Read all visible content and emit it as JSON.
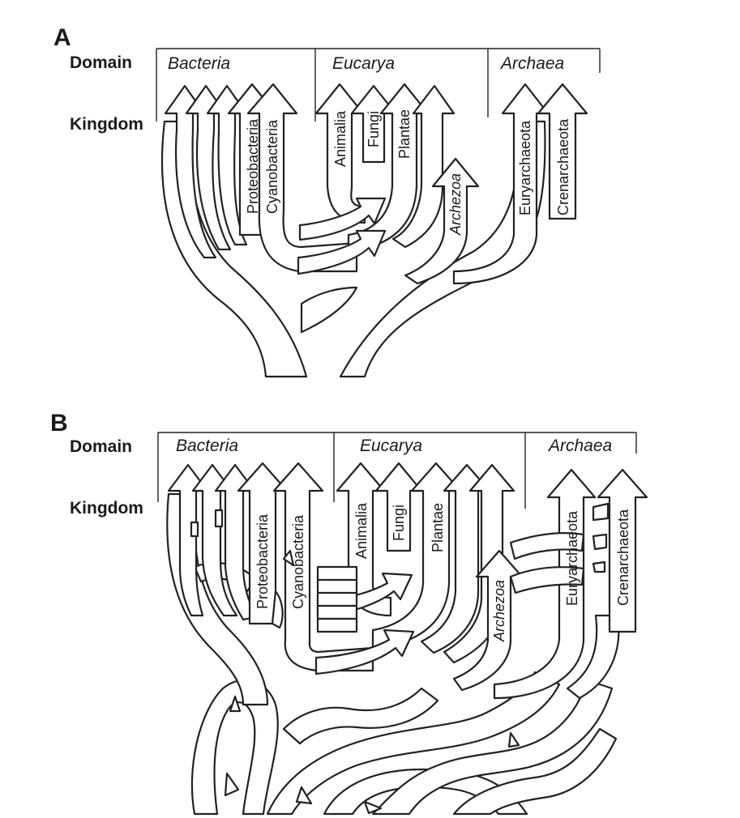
{
  "panel_a": {
    "letter": "A",
    "domain_row_label": "Domain",
    "kingdom_row_label": "Kingdom",
    "domains": [
      "Bacteria",
      "Eucarya",
      "Archaea"
    ],
    "kingdoms": {
      "proteobacteria": "Proteobacteria",
      "cyanobacteria": "Cyanobacteria",
      "animalia": "Animalia",
      "fungi": "Fungi",
      "plantae": "Plantae",
      "archezoa": "Archezoa",
      "euryarchaeota": "Euryarchaeota",
      "crenarchaeota": "Crenarchaeota"
    }
  },
  "panel_b": {
    "letter": "B",
    "domain_row_label": "Domain",
    "kingdom_row_label": "Kingdom",
    "domains": [
      "Bacteria",
      "Eucarya",
      "Archaea"
    ],
    "kingdoms": {
      "proteobacteria": "Proteobacteria",
      "cyanobacteria": "Cyanobacteria",
      "animalia": "Animalia",
      "fungi": "Fungi",
      "plantae": "Plantae",
      "archezoa": "Archezoa",
      "euryarchaeota": "Euryarchaeota",
      "crenarchaeota": "Crenarchaeota"
    }
  }
}
